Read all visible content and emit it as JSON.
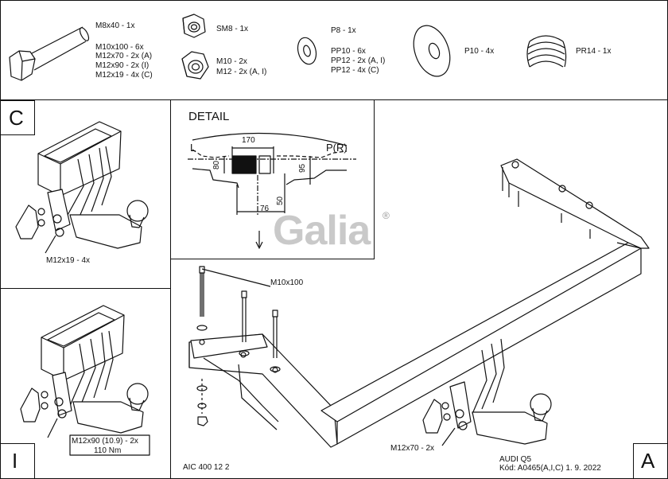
{
  "parts": [
    {
      "icon": "bolt-icon",
      "lines": [
        "M8x40 - 1x",
        "",
        "M10x100 - 6x",
        "M12x70 - 2x (A)",
        "M12x90 - 2x (I)",
        "M12x19 - 4x (C)"
      ]
    },
    {
      "icon": "nut-icon",
      "lines": [
        "SM8 - 1x",
        "",
        "M10 - 2x",
        "M12 - 2x (A, I)"
      ]
    },
    {
      "icon": "washer-icon",
      "lines": [
        "P8 - 1x",
        "",
        "PP10 - 6x",
        "PP12 - 2x (A, I)",
        "PP12 - 4x (C)"
      ]
    },
    {
      "icon": "large-washer-icon",
      "lines": [
        "P10 - 4x"
      ]
    },
    {
      "icon": "spring-washer-icon",
      "lines": [
        "PR14 - 1x"
      ]
    }
  ],
  "panel_c": {
    "letter": "C",
    "callout": "M12x19 - 4x"
  },
  "panel_i": {
    "letter": "I",
    "callout_line1": "M12x90 (10.9) - 2x",
    "callout_line2": "110 Nm"
  },
  "detail": {
    "title": "DETAIL",
    "left": "L",
    "right": "P(R)",
    "dims": {
      "width": "170",
      "left_height": "80",
      "right_height": "95",
      "depth": "50",
      "offset": "76"
    }
  },
  "logo": {
    "text": "Galia",
    "mark": "®"
  },
  "main": {
    "bolts_label": "M10x100",
    "hitch_callout": "M12x70 - 2x",
    "letter": "A"
  },
  "footer": {
    "code": "AIC 400 12 2",
    "vehicle": "AUDI Q5",
    "kod": "Kód: A0465(A,I,C)  1. 9. 2022"
  }
}
